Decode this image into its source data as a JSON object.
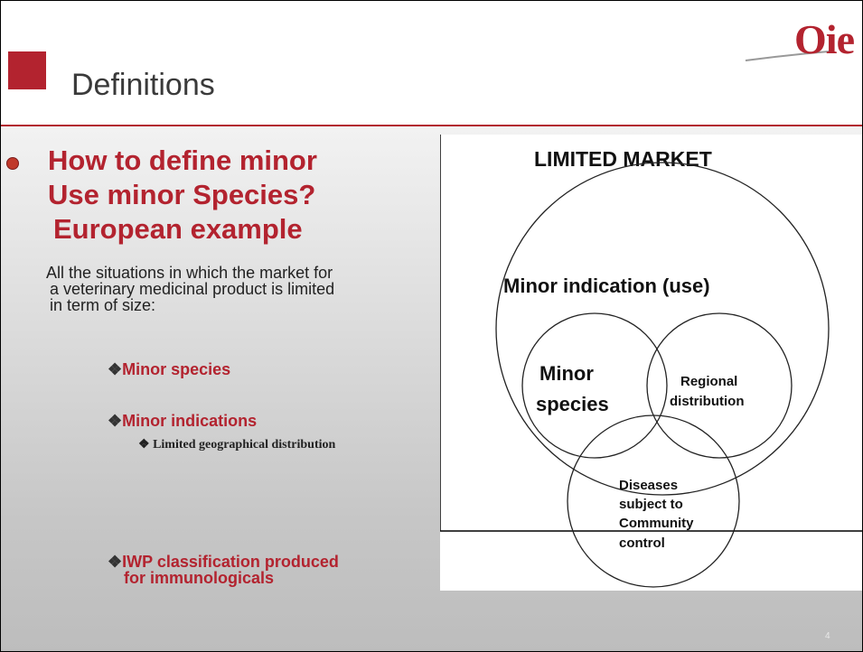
{
  "title": "Definitions",
  "logo": "Oie",
  "heading": {
    "line1": "How to define minor",
    "line2": "Use minor Species?",
    "line3": "European example"
  },
  "description": {
    "line1": "All the situations in which the market for",
    "line2": "a veterinary medicinal product is limited",
    "line3": "in term of size:"
  },
  "items": {
    "minor_species": "Minor species",
    "minor_indications": "Minor indications",
    "limited_geo": "Limited geographical distribution",
    "iwp_line1": "IWP classification produced",
    "iwp_line2": "for immunologicals"
  },
  "diagram": {
    "title": "LIMITED MARKET",
    "minor_indication": "Minor indication (use)",
    "minor_species_1": "Minor",
    "minor_species_2": "species",
    "regional_1": "Regional",
    "regional_2": "distribution",
    "diseases_1": "Diseases",
    "diseases_2": "subject to",
    "diseases_3": "Community",
    "diseases_4": "control"
  },
  "page_number": "4",
  "colors": {
    "accent": "#b3232f"
  }
}
